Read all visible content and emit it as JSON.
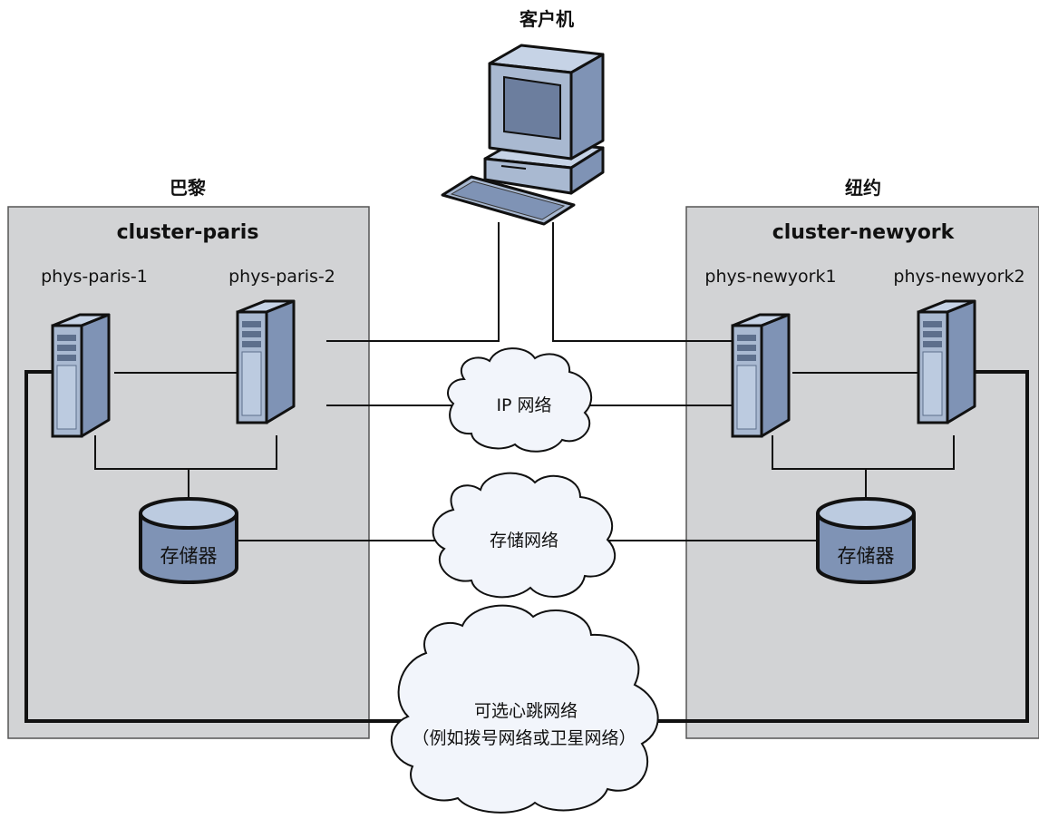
{
  "client": {
    "label": "客户机"
  },
  "site_left": {
    "label": "巴黎",
    "cluster": "cluster-paris",
    "nodes": [
      "phys-paris-1",
      "phys-paris-2"
    ],
    "storage": "存储器"
  },
  "site_right": {
    "label": "纽约",
    "cluster": "cluster-newyork",
    "nodes": [
      "phys-newyork1",
      "phys-newyork2"
    ],
    "storage": "存储器"
  },
  "networks": {
    "ip": "IP 网络",
    "storage": "存储网络",
    "heartbeat_line1": "可选心跳网络",
    "heartbeat_line2": "（例如拨号网络或卫星网络）"
  },
  "colors": {
    "cluster_bg": "#d2d3d5",
    "server_front": "#a9b9d1",
    "server_side": "#7f93b5",
    "server_top": "#c6d3e6",
    "cloud": "#f2f5fb",
    "line": "#111111"
  }
}
